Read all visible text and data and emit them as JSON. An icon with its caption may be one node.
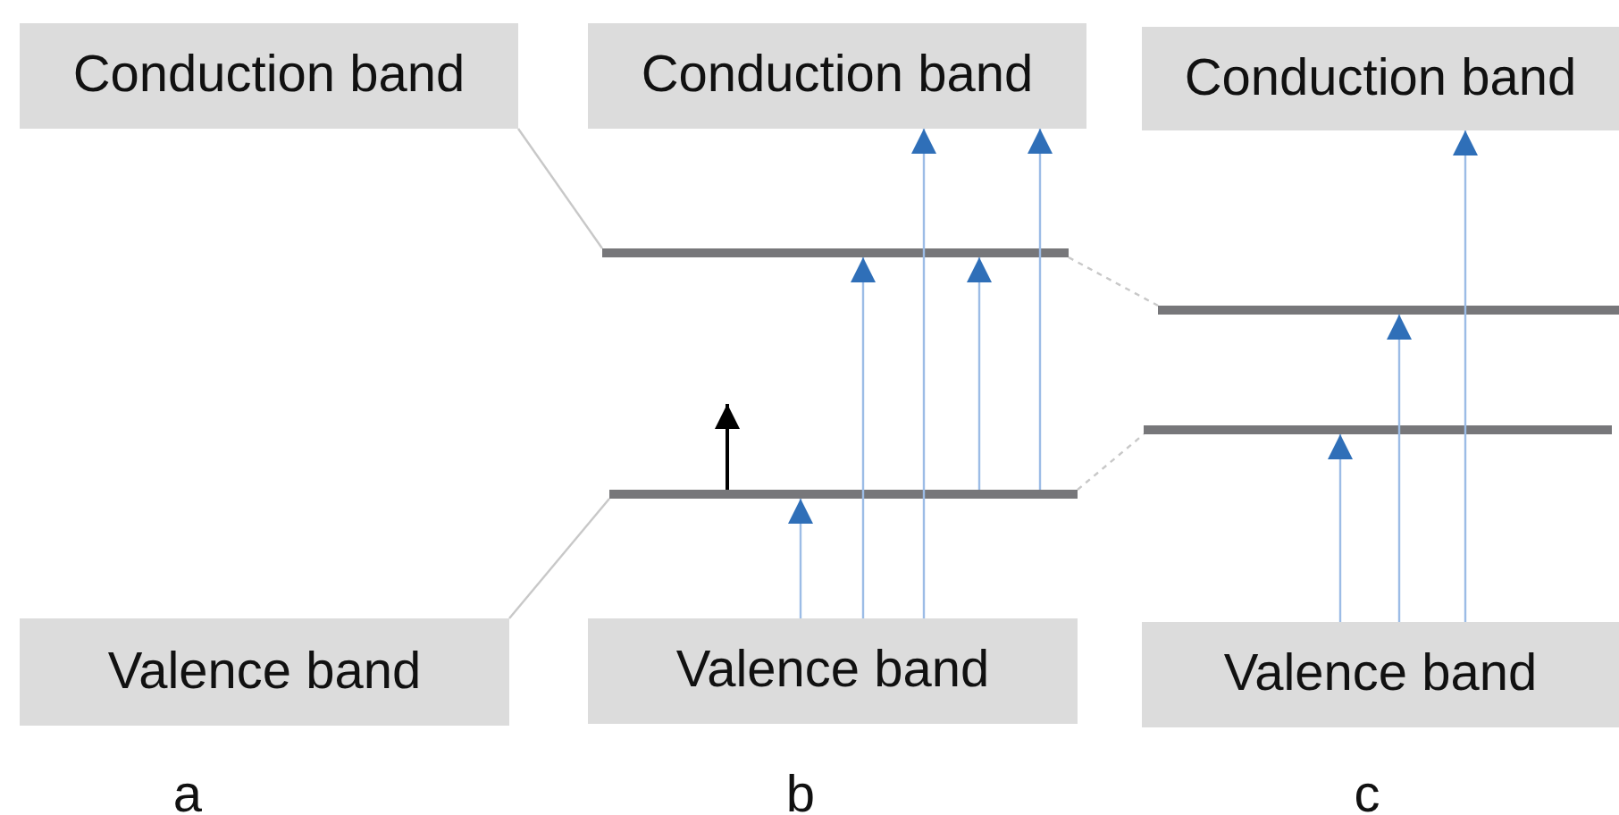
{
  "diagram": {
    "nodes": [
      {
        "text": [
          "Conduction band"
        ]
      },
      {
        "text": [
          "Conduction band"
        ]
      },
      {
        "text": [
          "Conduction band"
        ]
      },
      {
        "text": [],
        "shape": "bar"
      },
      {
        "text": [],
        "shape": "bar"
      },
      {
        "text": [],
        "shape": "bar"
      },
      {
        "text": [],
        "shape": "bar"
      },
      {
        "text": [
          "Valence band"
        ]
      },
      {
        "text": [
          "Valence band"
        ]
      },
      {
        "text": [
          "Valence band"
        ]
      }
    ],
    "edges": [
      {
        "from": 0,
        "to": 3,
        "arrow": "none",
        "color": "#c8c8c8"
      },
      {
        "from": 7,
        "to": 4,
        "arrow": "none",
        "color": "#c8c8c8"
      },
      {
        "from": 3,
        "to": 5,
        "arrow": "none",
        "style": "dashed",
        "color": "#c8c8c8"
      },
      {
        "from": 4,
        "to": 6,
        "arrow": "none",
        "style": "dashed",
        "color": "#c8c8c8"
      },
      {
        "from": 4,
        "to": null,
        "arrow": "to",
        "color": "#000000"
      },
      {
        "from": 8,
        "to": 4,
        "arrow": "to"
      },
      {
        "from": 8,
        "to": 3,
        "arrow": "to"
      },
      {
        "from": 8,
        "to": 1,
        "arrow": "to"
      },
      {
        "from": 4,
        "to": 3,
        "arrow": "to"
      },
      {
        "from": 4,
        "to": 1,
        "arrow": "to"
      },
      {
        "from": 9,
        "to": 6,
        "arrow": "to"
      },
      {
        "from": 9,
        "to": 5,
        "arrow": "to"
      },
      {
        "from": 9,
        "to": 2,
        "arrow": "to"
      }
    ],
    "labels": [
      "a",
      "b",
      "c"
    ]
  }
}
